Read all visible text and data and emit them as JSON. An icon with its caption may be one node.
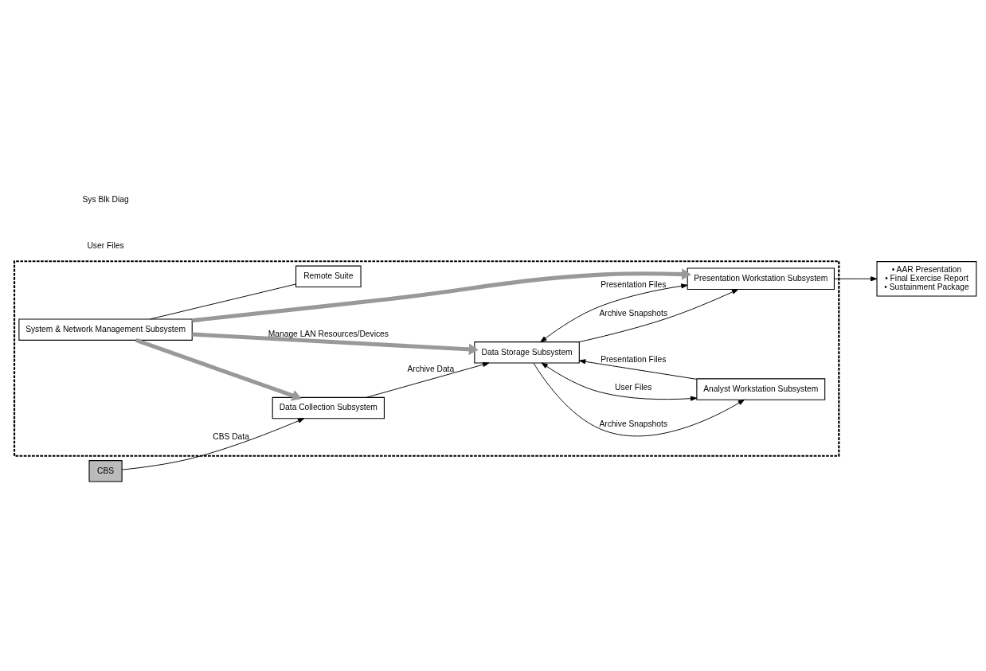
{
  "diagram": {
    "nodes": [
      {
        "text": [],
        "shape": "box"
      },
      {
        "text": [
          "CBS"
        ]
      },
      {
        "text": [
          "Data Collection Subsystem"
        ],
        "in": 0
      },
      {
        "text": [
          "Analyst Workstation Subsystem"
        ],
        "in": 0
      },
      {
        "text": [
          "Data Storage Subsystem"
        ],
        "in": 0
      },
      {
        "text": [
          "Presentation Workstation Subsystem"
        ],
        "in": 0
      },
      {
        "text": [
          "System & Network Management Subsystem"
        ],
        "in": 0
      },
      {
        "text": [
          "Remote Suite"
        ],
        "in": 0
      },
      {
        "text": [
          "• AAR Presentation",
          "• Final Exercise Report",
          "• Sustainment Package"
        ]
      }
    ],
    "edges": [
      {
        "from": 1,
        "to": 2,
        "arrow": "to",
        "label": "CBS Data"
      },
      {
        "from": 2,
        "to": 4,
        "arrow": "to",
        "label": "Archive Data"
      },
      {
        "from": 4,
        "to": 3,
        "arrow": "to",
        "label": "Archive Snapshots"
      },
      {
        "from": 3,
        "to": 4,
        "arrow": "both",
        "label": "User Files"
      },
      {
        "from": 3,
        "to": 4,
        "arrow": "to",
        "label": "Presentation Files"
      },
      {
        "from": 4,
        "to": 5,
        "arrow": "to",
        "label": "Archive Snapshots"
      },
      {
        "from": 4,
        "to": 5,
        "arrow": "both",
        "label": "Presentation Files"
      },
      {
        "from": 5,
        "to": 8,
        "arrow": "to"
      },
      {
        "from": 6,
        "to": 2,
        "arrow": "to",
        "style": "thick",
        "color": "#999999"
      },
      {
        "from": 6,
        "to": 4,
        "arrow": "to",
        "style": "thick",
        "color": "#999999",
        "label": "Manage LAN Resources/Devices"
      },
      {
        "from": 6,
        "to": 5,
        "arrow": "to",
        "style": "thick",
        "color": "#999999"
      },
      {
        "from": 6,
        "to": 7,
        "arrow": "none"
      }
    ],
    "labels": [
      "User Files",
      "Sys Blk Diag"
    ]
  }
}
